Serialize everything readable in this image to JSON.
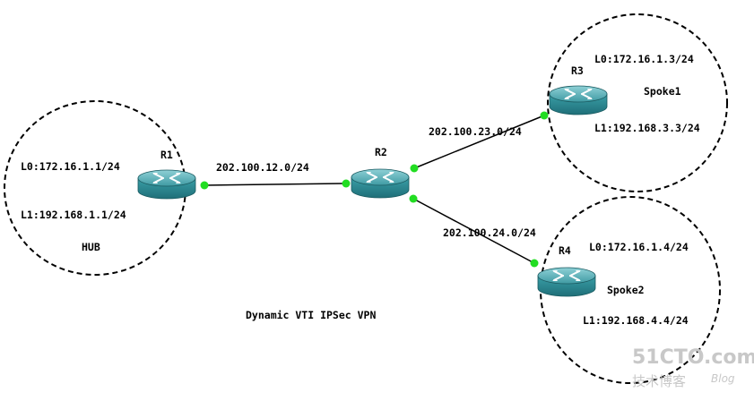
{
  "diagram": {
    "routers": [
      {
        "name": "R1"
      },
      {
        "name": "R2"
      },
      {
        "name": "R3"
      },
      {
        "name": "R4"
      }
    ],
    "links": [
      {
        "label": "202.100.12.0/24"
      },
      {
        "label": "202.100.23.0/24"
      },
      {
        "label": "202.100.24.0/24"
      }
    ],
    "sites": {
      "hub": {
        "title": "HUB",
        "l0": "L0:172.16.1.1/24",
        "l1": "L1:192.168.1.1/24"
      },
      "spoke1": {
        "title": "Spoke1",
        "l0": "L0:172.16.1.3/24",
        "l1": "L1:192.168.3.3/24"
      },
      "spoke2": {
        "title": "Spoke2",
        "l0": "L0:172.16.1.4/24",
        "l1": "L1:192.168.4.4/24"
      }
    },
    "caption": "Dynamic VTI IPSec VPN",
    "watermark": {
      "brand": "51CTO.com",
      "sub": "技术博客",
      "blog": "Blog"
    },
    "colors": {
      "router_body": "#2a8c96",
      "router_top": "#5fb6bd",
      "port": "#22dd22",
      "line": "#000000"
    }
  }
}
